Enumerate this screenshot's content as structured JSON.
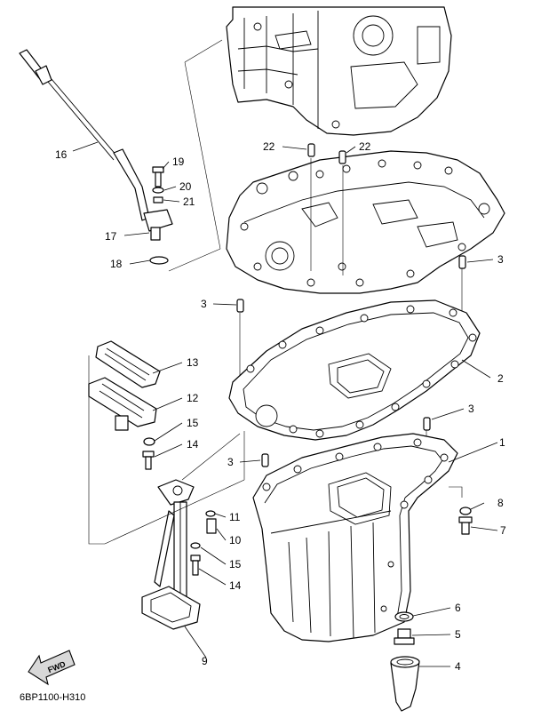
{
  "diagram": {
    "drawing_code": "6BP1100-H310",
    "direction_label": "FWD",
    "callouts": [
      {
        "id": "c1",
        "label": "1"
      },
      {
        "id": "c2",
        "label": "2"
      },
      {
        "id": "c3a",
        "label": "3"
      },
      {
        "id": "c3b",
        "label": "3"
      },
      {
        "id": "c3c",
        "label": "3"
      },
      {
        "id": "c3d",
        "label": "3"
      },
      {
        "id": "c4",
        "label": "4"
      },
      {
        "id": "c5",
        "label": "5"
      },
      {
        "id": "c6",
        "label": "6"
      },
      {
        "id": "c7",
        "label": "7"
      },
      {
        "id": "c8",
        "label": "8"
      },
      {
        "id": "c9",
        "label": "9"
      },
      {
        "id": "c10",
        "label": "10"
      },
      {
        "id": "c11",
        "label": "11"
      },
      {
        "id": "c12",
        "label": "12"
      },
      {
        "id": "c13",
        "label": "13"
      },
      {
        "id": "c14a",
        "label": "14"
      },
      {
        "id": "c14b",
        "label": "14"
      },
      {
        "id": "c15a",
        "label": "15"
      },
      {
        "id": "c15b",
        "label": "15"
      },
      {
        "id": "c16",
        "label": "16"
      },
      {
        "id": "c17",
        "label": "17"
      },
      {
        "id": "c18",
        "label": "18"
      },
      {
        "id": "c19",
        "label": "19"
      },
      {
        "id": "c20",
        "label": "20"
      },
      {
        "id": "c21",
        "label": "21"
      },
      {
        "id": "c22a",
        "label": "22"
      },
      {
        "id": "c22b",
        "label": "22"
      }
    ]
  }
}
